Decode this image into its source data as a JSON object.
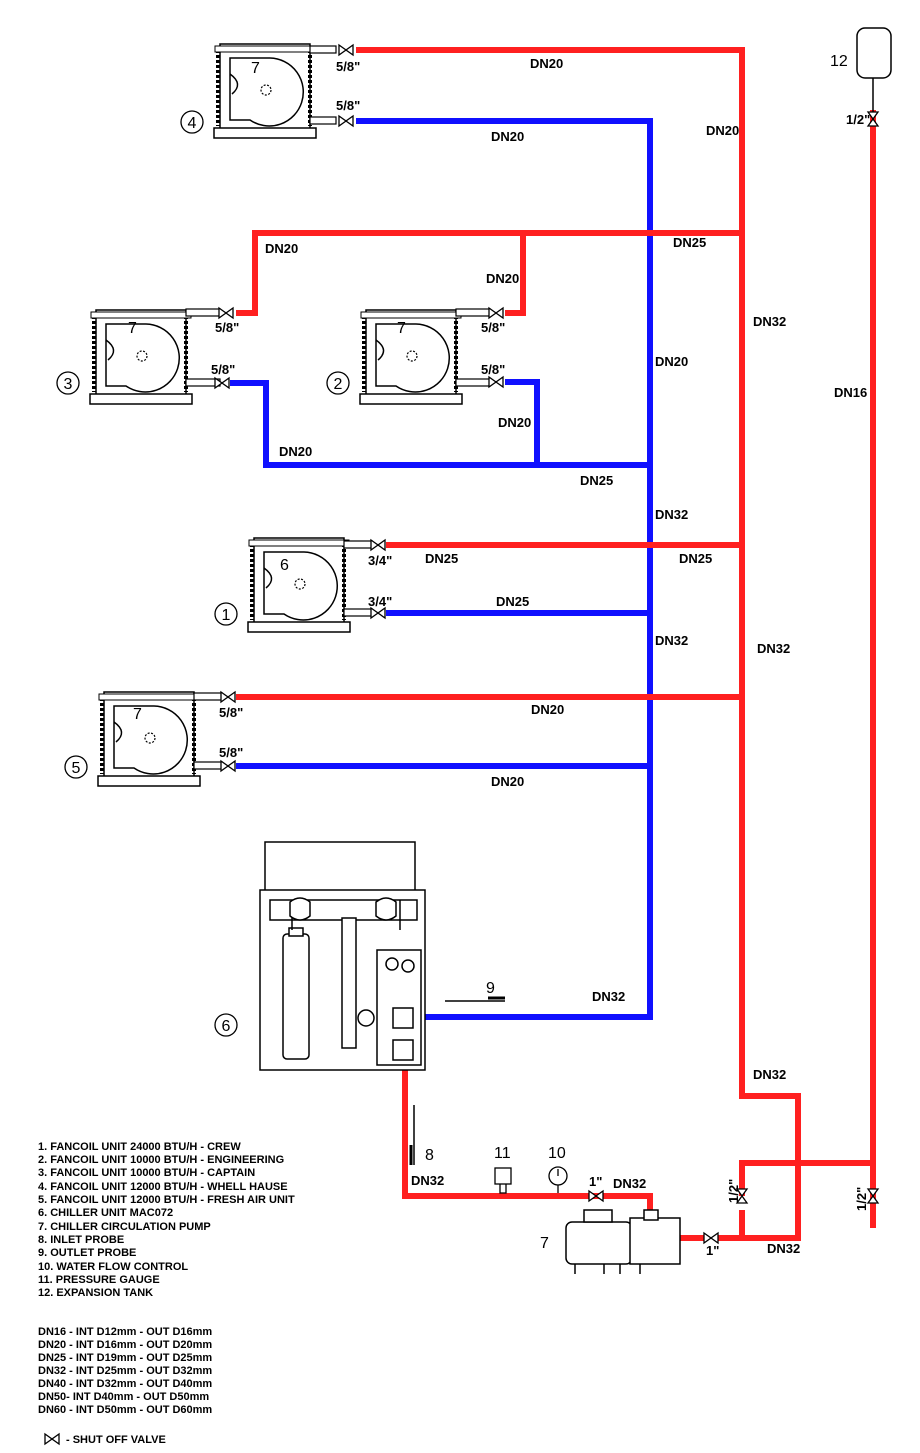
{
  "colors": {
    "supply": "#ff2020",
    "return": "#1010ff",
    "line": "#000000"
  },
  "units": [
    {
      "circle_label": "1",
      "fan_label": "6",
      "connection_supply": "3/4\"",
      "connection_return": "3/4\""
    },
    {
      "circle_label": "2",
      "fan_label": "7",
      "connection_supply": "5/8\"",
      "connection_return": "5/8\""
    },
    {
      "circle_label": "3",
      "fan_label": "7",
      "connection_supply": "5/8\"",
      "connection_return": "5/8\""
    },
    {
      "circle_label": "4",
      "fan_label": "7",
      "connection_supply": "5/8\"",
      "connection_return": "5/8\""
    },
    {
      "circle_label": "5",
      "fan_label": "7",
      "connection_supply": "5/8\"",
      "connection_return": "5/8\""
    }
  ],
  "chiller": {
    "circle_label": "6"
  },
  "pipe_labels": {
    "u4_supply": "DN20",
    "u4_return": "DN20",
    "riser_top": "DN20",
    "branch_supply": "DN25",
    "u3_supply": "DN20",
    "u2_supply": "DN20",
    "u2_return": "DN20",
    "u3_return": "DN20",
    "return_mid": "DN20",
    "supply_riser": "DN32",
    "return_join": "DN25",
    "return_riser_1": "DN32",
    "u1_supply": "DN25",
    "u1_supply_right": "DN25",
    "u1_return": "DN25",
    "return_riser_2": "DN32",
    "supply_riser_2": "DN32",
    "u5_supply": "DN20",
    "u5_return": "DN20",
    "expansion_line": "DN16",
    "chiller_out": "DN32",
    "supply_lower": "DN32",
    "chiller_in": "DN32",
    "pump_out": "DN32",
    "pump_in": "DN32"
  },
  "components": {
    "outlet_probe": "9",
    "inlet_probe": "8",
    "pressure_gauge": "11",
    "flow_control": "10",
    "pump": "7",
    "expansion_tank": "12"
  },
  "valve_sizes": {
    "pump_in": "1\"",
    "pump_out": "1\"",
    "tank_left": "1/2\"",
    "tank_right": "1/2\"",
    "tank_top": "1/2\""
  },
  "legend": [
    "1. FANCOIL  UNIT 24000 BTU/H - CREW",
    "2. FANCOIL  UNIT 10000 BTU/H - ENGINEERING",
    "3. FANCOIL  UNIT 10000 BTU/H - CAPTAIN",
    "4. FANCOIL  UNIT 12000 BTU/H - WHELL HAUSE",
    "5. FANCOIL  UNIT 12000  BTU/H - FRESH AIR UNIT",
    "6. CHILLER UNIT MAC072",
    "7. CHILLER CIRCULATION PUMP",
    "8. INLET PROBE",
    "9. OUTLET PROBE",
    "10. WATER FLOW CONTROL",
    "11. PRESSURE GAUGE",
    "12. EXPANSION TANK"
  ],
  "pipe_sizes": [
    "DN16 - INT D12mm  - OUT D16mm",
    "DN20 - INT D16mm  - OUT D20mm",
    "DN25 - INT D19mm  - OUT D25mm",
    "DN32 - INT D25mm  - OUT D32mm",
    "DN40 - INT D32mm  - OUT D40mm",
    "DN50-  INT D40mm  - OUT D50mm",
    "DN60 - INT D50mm  - OUT D60mm"
  ],
  "valve_legend": "- SHUT OFF VALVE"
}
